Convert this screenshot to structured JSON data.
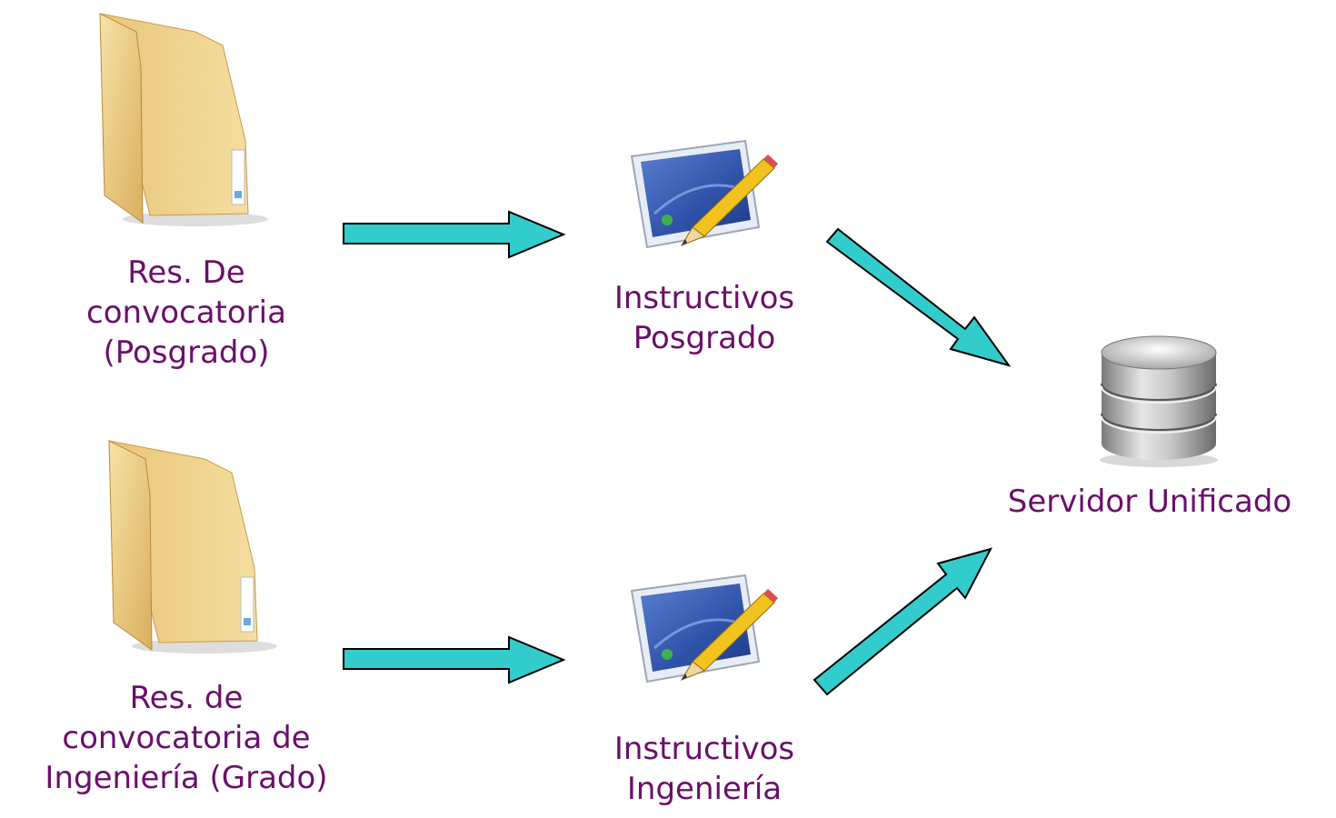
{
  "diagram": {
    "nodes": [
      {
        "id": "res-posgrado",
        "icon": "folder-icon",
        "lines": [
          "Res. De",
          "convocatoria",
          "(Posgrado)"
        ]
      },
      {
        "id": "res-ingenieria",
        "icon": "folder-icon",
        "lines": [
          "Res. de",
          "convocatoria de",
          "Ingeniería (Grado)"
        ]
      },
      {
        "id": "instructivos-posgrado",
        "icon": "edit-document-icon",
        "lines": [
          "Instructivos",
          "Posgrado"
        ]
      },
      {
        "id": "instructivos-ingenieria",
        "icon": "edit-document-icon",
        "lines": [
          "Instructivos",
          "Ingeniería"
        ]
      },
      {
        "id": "servidor-unificado",
        "icon": "database-icon",
        "lines": [
          "Servidor Unificado"
        ]
      }
    ],
    "edges": [
      {
        "from": "res-posgrado",
        "to": "instructivos-posgrado"
      },
      {
        "from": "res-ingenieria",
        "to": "instructivos-ingenieria"
      },
      {
        "from": "instructivos-posgrado",
        "to": "servidor-unificado"
      },
      {
        "from": "instructivos-ingenieria",
        "to": "servidor-unificado"
      }
    ],
    "colors": {
      "label": "#6b0f6b",
      "arrow_fill": "#33cccc",
      "arrow_stroke": "#000000"
    }
  }
}
